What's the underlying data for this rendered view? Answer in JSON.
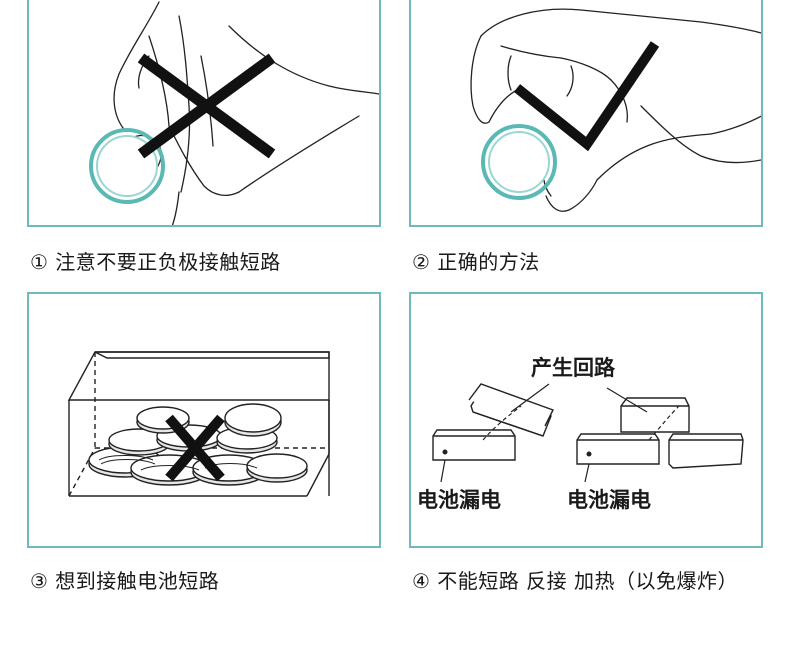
{
  "captions": {
    "p1": "① 注意不要正负极接触短路",
    "p2": "② 正确的方法",
    "p3": "③ 想到接触电池短路",
    "p4": "④ 不能短路 反接 加热（以免爆炸）"
  },
  "labels": {
    "loop": "产生回路",
    "leak_left": "电池漏电",
    "leak_right": "电池漏电"
  },
  "colors": {
    "frame": "#6fb9b9",
    "battery_ring": "#5ab8b5",
    "mark": "#111111"
  },
  "icons": {
    "wrong": "cross-mark-icon",
    "right": "check-mark-icon"
  }
}
